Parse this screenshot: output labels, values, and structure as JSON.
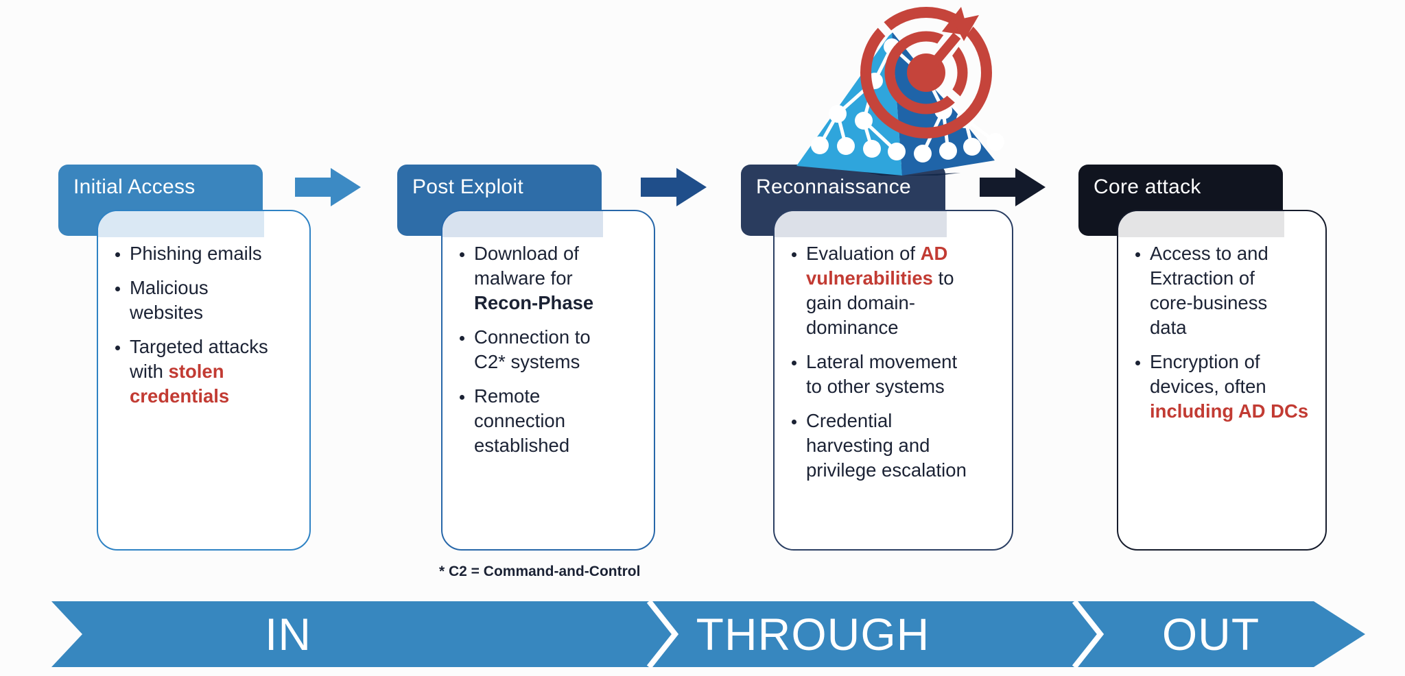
{
  "canvas": {
    "background": "#FCFCFC"
  },
  "accent_red": "#C23B33",
  "ink": "#1B2234",
  "phases": [
    {
      "title": "Initial Access",
      "colors": {
        "header": "#3A85BE",
        "border": "#2E82C4",
        "tint": "#DAE8F4"
      },
      "bullets": [
        [
          {
            "t": "Phishing emails"
          }
        ],
        [
          {
            "t": "Malicious\nwebsites"
          }
        ],
        [
          {
            "t": "Targeted attacks\nwith "
          },
          {
            "t": "stolen\ncredentials",
            "s": "rb"
          }
        ]
      ]
    },
    {
      "title": "Post Exploit",
      "colors": {
        "header": "#2E6DA8",
        "border": "#2767A9",
        "tint": "#D8E2EF"
      },
      "bullets": [
        [
          {
            "t": "Download of\nmalware for\n"
          },
          {
            "t": "Recon-Phase",
            "s": "b"
          }
        ],
        [
          {
            "t": "Connection to\nC2* systems"
          }
        ],
        [
          {
            "t": "Remote\nconnection\nestablished"
          }
        ]
      ]
    },
    {
      "title": "Reconnaissance",
      "colors": {
        "header": "#2A3C5E",
        "border": "#2B3F63",
        "tint": "#DCE0E8"
      },
      "bullets": [
        [
          {
            "t": "Evaluation of "
          },
          {
            "t": "AD\nvulnerabilities",
            "s": "rb"
          },
          {
            "t": " to\ngain domain-\ndominance"
          }
        ],
        [
          {
            "t": "Lateral movement\nto other systems"
          }
        ],
        [
          {
            "t": "Credential\nharvesting and\nprivilege escalation"
          }
        ]
      ]
    },
    {
      "title": "Core attack",
      "colors": {
        "header": "#10141F",
        "border": "#151B2B",
        "tint": "#E4E4E5"
      },
      "bullets": [
        [
          {
            "t": "Access to and\nExtraction of\ncore-business\ndata"
          }
        ],
        [
          {
            "t": "Encryption of\ndevices, often\n"
          },
          {
            "t": "including AD DCs",
            "s": "rb"
          }
        ]
      ]
    }
  ],
  "arrows": [
    {
      "color": "#3C8AC4"
    },
    {
      "color": "#1F4E8A"
    },
    {
      "color": "#131A2B"
    }
  ],
  "footnote": "* C2 = Command-and-Control",
  "ribbon": {
    "color": "#3787BF",
    "labels": [
      "IN",
      "THROUGH",
      "OUT"
    ]
  },
  "icon": {
    "name": "pyramid-network-target",
    "colors": {
      "pyramid_left": "#2FA5DC",
      "pyramid_right": "#1F64A8",
      "pyramid_shadow": "#14294A",
      "target": "#C5443B",
      "network": "#FFFFFF"
    }
  }
}
